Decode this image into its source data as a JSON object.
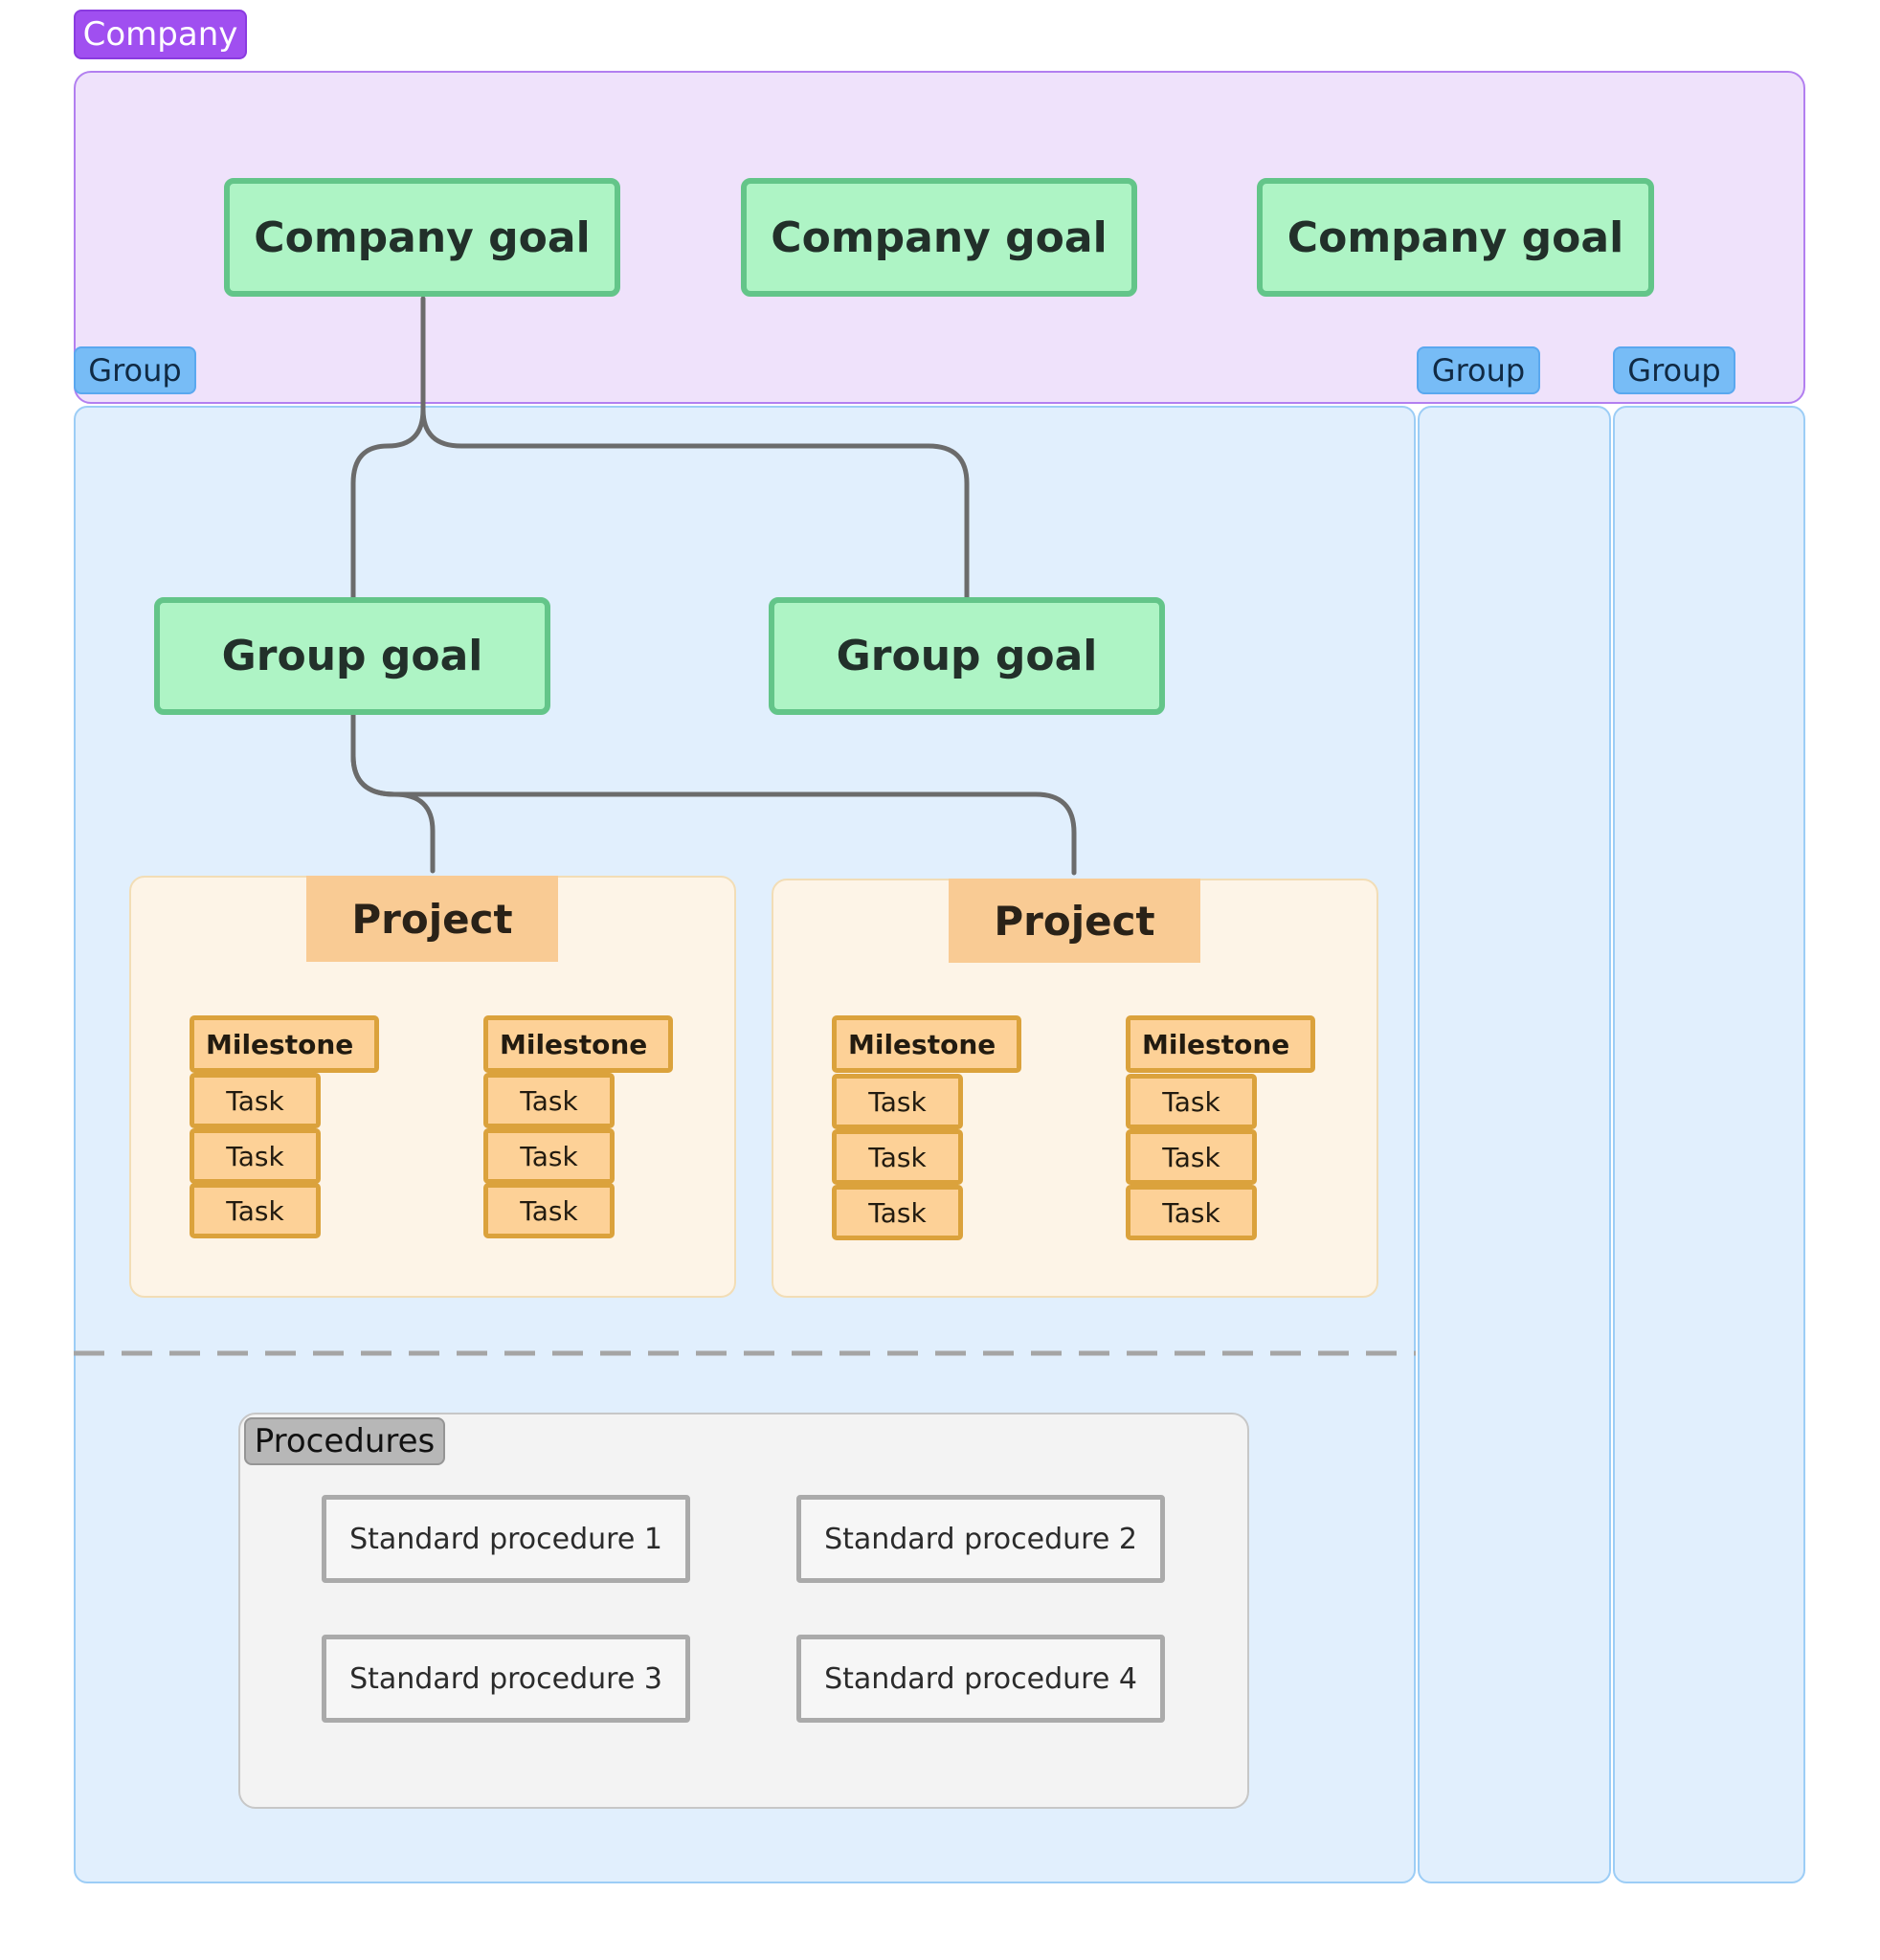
{
  "company": {
    "label": "Company",
    "goals": [
      "Company goal",
      "Company goal",
      "Company goal"
    ]
  },
  "groups": [
    "Group",
    "Group",
    "Group"
  ],
  "group_goals": [
    "Group goal",
    "Group goal"
  ],
  "projects": [
    {
      "title": "Project",
      "milestones": [
        {
          "label": "Milestone",
          "tasks": [
            "Task",
            "Task",
            "Task"
          ]
        },
        {
          "label": "Milestone",
          "tasks": [
            "Task",
            "Task",
            "Task"
          ]
        }
      ]
    },
    {
      "title": "Project",
      "milestones": [
        {
          "label": "Milestone",
          "tasks": [
            "Task",
            "Task",
            "Task"
          ]
        },
        {
          "label": "Milestone",
          "tasks": [
            "Task",
            "Task",
            "Task"
          ]
        }
      ]
    }
  ],
  "procedures": {
    "label": "Procedures",
    "items": [
      "Standard procedure 1",
      "Standard procedure 2",
      "Standard procedure 3",
      "Standard procedure 4"
    ]
  },
  "colors": {
    "company": "#a04ff0",
    "group": "#77bcf6",
    "goal": "#aef4c5",
    "project": "#f9cb94",
    "milestone": "#fdd197",
    "connector": "#6b6b6b"
  }
}
